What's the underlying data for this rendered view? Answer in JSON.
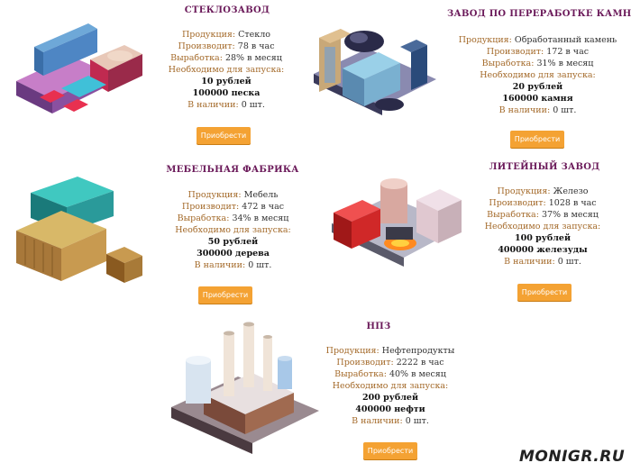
{
  "labels": {
    "product": "Продукция:",
    "produces": "Производит:",
    "output": "Выработка:",
    "needed": "Необходимо для запуска:",
    "available": "В наличии:"
  },
  "factories": [
    {
      "title": "СТЕКЛОЗАВОД",
      "product": "Стекло",
      "produces": "78 в час",
      "output": "28% в месяц",
      "cost": "10 рублей",
      "material": "100000 песка",
      "available": "0 шт.",
      "button": "Приобрести"
    },
    {
      "title": "ЗАВОД ПО ПЕРЕРАБОТКЕ КАМНЯ",
      "product": "Обработанный камень",
      "produces": "172 в час",
      "output": "31% в месяц",
      "cost": "20 рублей",
      "material": "160000 камня",
      "available": "0 шт.",
      "button": "Приобрести"
    },
    {
      "title": "МЕБЕЛЬНАЯ ФАБРИКА",
      "product": "Мебель",
      "produces": "472 в час",
      "output": "34% в месяц",
      "cost": "50 рублей",
      "material": "300000 дерева",
      "available": "0 шт.",
      "button": "Приобрести"
    },
    {
      "title": "ЛИТЕЙНЫЙ ЗАВОД",
      "product": "Железо",
      "produces": "1028 в час",
      "output": "37% в месяц",
      "cost": "100 рублей",
      "material": "400000 железуды",
      "available": "0 шт.",
      "button": "Приобрести"
    },
    {
      "title": "НПЗ",
      "product": "Нефтепродукты",
      "produces": "2222 в час",
      "output": "40% в месяц",
      "cost": "200 рублей",
      "material": "400000 нефти",
      "available": "0 шт.",
      "button": "Приобрести"
    }
  ],
  "watermark": "MONIGR.RU"
}
